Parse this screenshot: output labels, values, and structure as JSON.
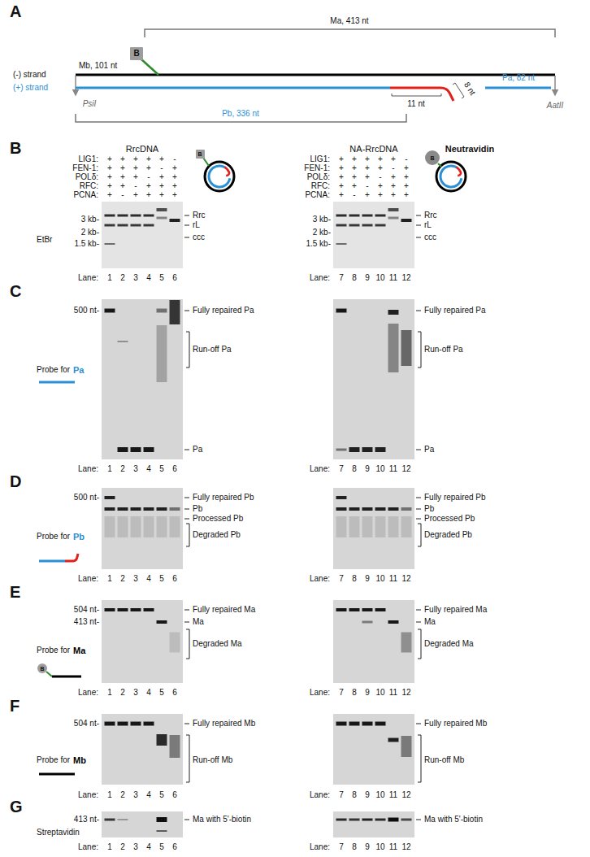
{
  "diagram": {
    "nodes": [
      {
        "text": [
          "B"
        ]
      },
      {
        "text": [
          "B"
        ]
      },
      {
        "text": [
          "B"
        ]
      },
      {
        "text": [
          "B"
        ]
      }
    ],
    "labels": [
      "A",
      "Ma, 413 nt",
      "Mb, 101 nt",
      "(-) strand",
      "(+) strand",
      "8 nt",
      "11 nt",
      "Pa, 82 nt",
      "PsiI",
      "AatII",
      "Pb, 336 nt",
      "B",
      "RrcDNA",
      "NA-RrcDNA",
      "Neutravidin",
      "LIG1:",
      "FEN-1:",
      "POLδ:",
      "RFC:",
      "PCNA:",
      "+",
      "+",
      "+",
      "+",
      "+",
      "-",
      "+",
      "+",
      "+",
      "+",
      "-",
      "+",
      "+",
      "+",
      "+",
      "-",
      "+",
      "+",
      "+",
      "+",
      "-",
      "+",
      "+",
      "+",
      "+",
      "-",
      "+",
      "+",
      "+",
      "+",
      "LIG1:",
      "FEN-1:",
      "POLδ:",
      "RFC:",
      "PCNA:",
      "+",
      "+",
      "+",
      "+",
      "+",
      "-",
      "+",
      "+",
      "+",
      "+",
      "-",
      "+",
      "+",
      "+",
      "+",
      "-",
      "+",
      "+",
      "+",
      "+",
      "-",
      "+",
      "+",
      "+",
      "+",
      "-",
      "+",
      "+",
      "+",
      "+",
      "EtBr",
      "3 kb-",
      "2 kb-",
      "1.5 kb-",
      "Rrc",
      "rL",
      "ccc",
      "3 kb-",
      "2 kb-",
      "1.5 kb-",
      "Rrc",
      "rL",
      "ccc",
      "Lane:",
      "1",
      "2",
      "3",
      "4",
      "5",
      "6",
      "Lane:",
      "7",
      "8",
      "9",
      "10",
      "11",
      "12",
      "C",
      "500 nt-",
      "Fully repaired Pa",
      "Run-off Pa",
      "Pa",
      "Fully repaired Pa",
      "Run-off Pa",
      "Pa",
      "Probe for",
      "Pa",
      "Lane:",
      "1",
      "2",
      "3",
      "4",
      "5",
      "6",
      "Lane:",
      "7",
      "8",
      "9",
      "10",
      "11",
      "12",
      "D",
      "500 nt-",
      "Fully repaired Pb",
      "Pb",
      "Processed Pb",
      "Degraded Pb",
      "Fully repaired Pb",
      "Pb",
      "Processed Pb",
      "Degraded Pb",
      "Probe for",
      "Pb",
      "Lane:",
      "1",
      "2",
      "3",
      "4",
      "5",
      "6",
      "Lane:",
      "7",
      "8",
      "9",
      "10",
      "11",
      "12",
      "E",
      "504 nt-",
      "413 nt-",
      "Fully repaired Ma",
      "Ma",
      "Degraded Ma",
      "Fully repaired Ma",
      "Ma",
      "Degraded Ma",
      "Probe for",
      "Ma",
      "Lane:",
      "1",
      "2",
      "3",
      "4",
      "5",
      "6",
      "Lane:",
      "7",
      "8",
      "9",
      "10",
      "11",
      "12",
      "F",
      "504 nt-",
      "Fully repaired Mb",
      "Run-off Mb",
      "Fully repaired Mb",
      "Run-off Mb",
      "Probe for",
      "Mb",
      "Lane:",
      "1",
      "2",
      "3",
      "4",
      "5",
      "6",
      "Lane:",
      "7",
      "8",
      "9",
      "10",
      "11",
      "12",
      "G",
      "413 nt-",
      "Ma with 5'-biotin",
      "Ma with 5'-biotin",
      "Streptavidin",
      "Lane:",
      "1",
      "2",
      "3",
      "4",
      "5",
      "6",
      "Lane:",
      "7",
      "8",
      "9",
      "10",
      "11",
      "12"
    ]
  }
}
